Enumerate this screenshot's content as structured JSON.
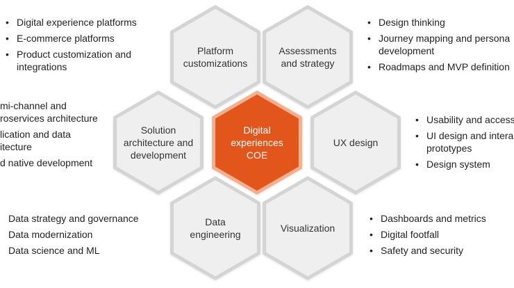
{
  "colors": {
    "hex_fill": "#efefef",
    "hex_stroke": "#d4d4d4",
    "center_fill": "#e2561c",
    "center_stroke": "#f3b08f"
  },
  "hexagons": {
    "platform": {
      "lines": [
        "Platform",
        "customizations"
      ]
    },
    "assessments": {
      "lines": [
        "Assessments",
        "and strategy"
      ]
    },
    "solution": {
      "lines": [
        "Solution",
        "architecture and",
        "development"
      ]
    },
    "center": {
      "lines": [
        "Digital",
        "experiences",
        "COE"
      ]
    },
    "ux": {
      "lines": [
        "UX design"
      ]
    },
    "data": {
      "lines": [
        "Data",
        "engineering"
      ]
    },
    "visualization": {
      "lines": [
        "Visualization"
      ]
    }
  },
  "lists": {
    "top_left": [
      [
        "Digital experience platforms"
      ],
      [
        "E-commerce platforms"
      ],
      [
        "Product customization and",
        "integrations"
      ]
    ],
    "top_right": [
      [
        "Design thinking"
      ],
      [
        "Journey mapping and persona",
        "development"
      ],
      [
        "Roadmaps and MVP definition"
      ]
    ],
    "middle_left": [
      [
        "mi-channel and",
        "roservices architecture"
      ],
      [
        "lication and data",
        "itecture"
      ],
      [
        "d native development"
      ]
    ],
    "middle_right": [
      [
        "Usability and accessibility"
      ],
      [
        "UI design and interactive",
        "prototypes"
      ],
      [
        "Design system"
      ]
    ],
    "bottom_left": [
      [
        "Data strategy and governance"
      ],
      [
        "Data modernization"
      ],
      [
        "Data science and ML"
      ]
    ],
    "bottom_right": [
      [
        "Dashboards and metrics"
      ],
      [
        "Digital footfall"
      ],
      [
        "Safety and security"
      ]
    ]
  }
}
